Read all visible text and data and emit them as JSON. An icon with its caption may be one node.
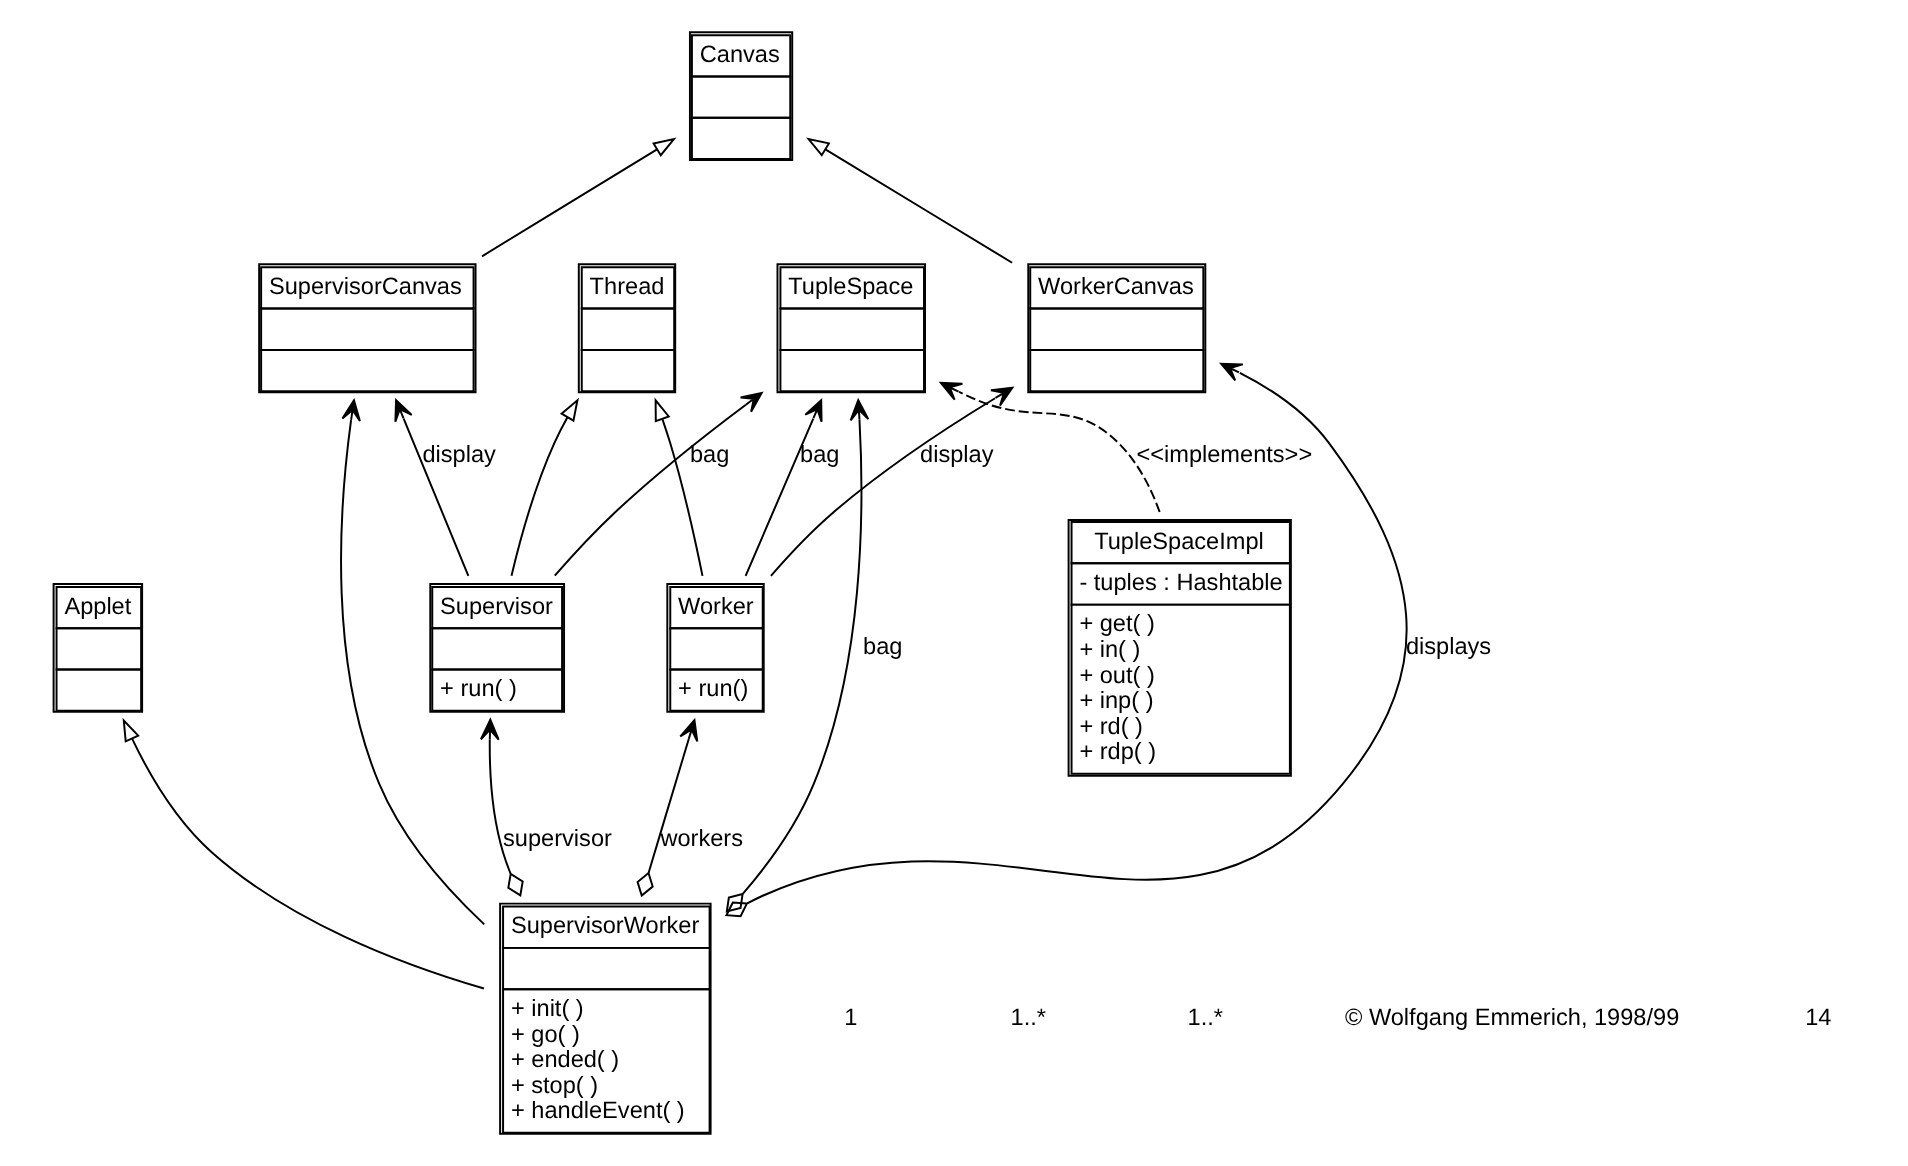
{
  "diagram": {
    "nodes": [
      {
        "text": [
          "Applet"
        ]
      },
      {
        "text": [
          "Supervisor",
          "+ run( )"
        ]
      },
      {
        "text": [
          "Thread"
        ]
      },
      {
        "text": [
          "SupervisorWorker",
          "+ init( )",
          "+ go( )",
          "+ ended( )",
          "+ stop( )",
          "+ handleEvent( )"
        ]
      },
      {
        "text": [
          "TupleSpace"
        ]
      },
      {
        "text": [
          "TupleSpaceImpl",
          "- tuples : Hashtable",
          "+ get( )",
          "+ in( )",
          "+ out( )",
          "+ inp( )",
          "+ rd( )",
          "+ rdp( )"
        ]
      },
      {
        "text": [
          "SupervisorCanvas"
        ]
      },
      {
        "text": [
          "Worker",
          "+ run()"
        ]
      },
      {
        "text": [
          "Canvas"
        ]
      },
      {
        "text": [
          "WorkerCanvas"
        ]
      }
    ],
    "edges": [
      {
        "from": 3,
        "to": 0,
        "arrow": "to"
      },
      {
        "from": 3,
        "to": 1,
        "arrow": "to",
        "label": "supervisor"
      },
      {
        "from": 1,
        "to": 2,
        "arrow": "to"
      },
      {
        "from": 1,
        "to": 4,
        "arrow": "to",
        "label": "bag"
      },
      {
        "from": 3,
        "to": 4,
        "arrow": "to",
        "label": "bag"
      },
      {
        "from": 1,
        "to": 6,
        "arrow": "to",
        "label": "display"
      },
      {
        "from": 5,
        "to": 4,
        "arrow": "to",
        "label": "<<implements>>",
        "style": "dashed"
      },
      {
        "from": 7,
        "to": 2,
        "arrow": "to"
      },
      {
        "from": 3,
        "to": 6,
        "arrow": "to"
      },
      {
        "from": 3,
        "to": 7,
        "arrow": "to",
        "label": "workers"
      },
      {
        "from": 3,
        "to": 9,
        "arrow": "to",
        "label": "displays"
      },
      {
        "from": 7,
        "to": 4,
        "arrow": "to",
        "label": "bag"
      },
      {
        "from": 6,
        "to": 8,
        "arrow": "to"
      },
      {
        "from": 9,
        "to": 8,
        "arrow": "to"
      },
      {
        "from": 7,
        "to": 9,
        "arrow": "to",
        "label": "display"
      }
    ],
    "labels": [
      "1",
      "1..*",
      "1..*",
      "© Wolfgang Emmerich, 1998/99",
      "14"
    ]
  }
}
